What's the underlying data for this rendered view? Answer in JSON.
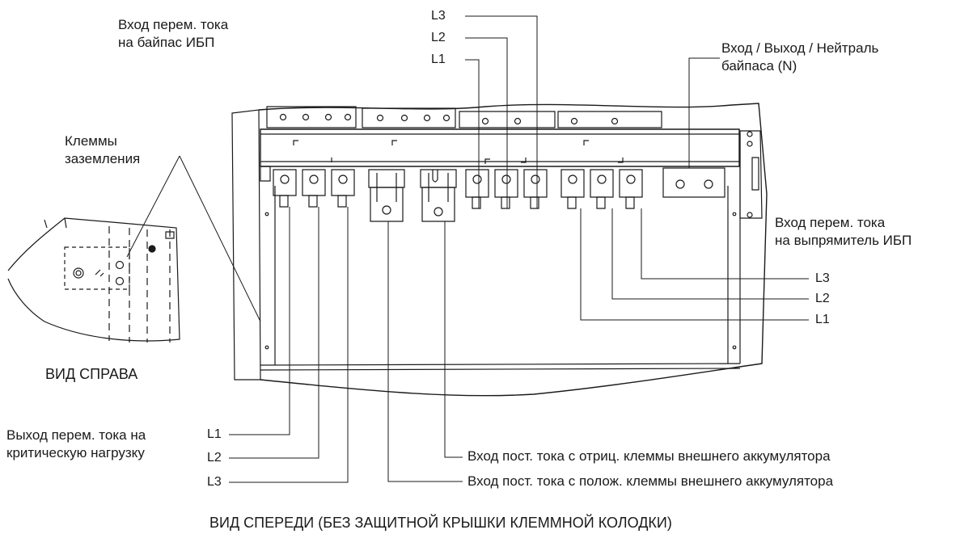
{
  "labels": {
    "bypass_input": [
      "Вход перем. тока",
      "на байпас ИБП"
    ],
    "ground_terminals": [
      "Клеммы",
      "заземления"
    ],
    "bypass_neutral": [
      "Вход / Выход / Нейтраль",
      "байпаса (N)"
    ],
    "rectifier_input": [
      "Вход перем. тока",
      "на выпрямитель ИБП"
    ],
    "critical_load_output": [
      "Выход перем. тока на",
      "критическую нагрузку"
    ],
    "battery_negative": "Вход пост. тока с отриц. клеммы внешнего аккумулятора",
    "battery_positive": "Вход пост. тока с полож. клеммы внешнего аккумулятора"
  },
  "phases": {
    "top": [
      "L3",
      "L2",
      "L1"
    ],
    "right": [
      "L3",
      "L2",
      "L1"
    ],
    "bottom": [
      "L1",
      "L2",
      "L3"
    ]
  },
  "captions": {
    "side_view": "ВИД СПРАВА",
    "front_view": "ВИД СПЕРЕДИ (БЕЗ ЗАЩИТНОЙ КРЫШКИ КЛЕММНОЙ КОЛОДКИ)"
  }
}
